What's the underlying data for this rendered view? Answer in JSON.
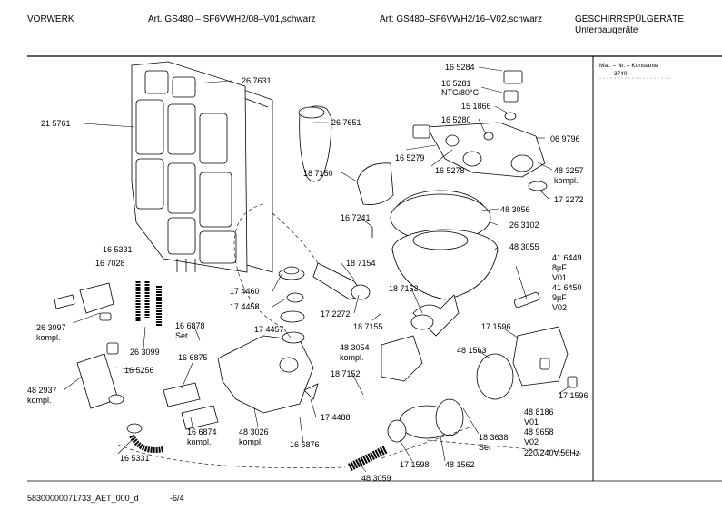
{
  "header": {
    "brand": "VORWERK",
    "article_1": "Art. GS480 – SF6VWH2/08–V01,schwarz",
    "article_2": "Art: GS480–SF6VWH2/16–V02,schwarz",
    "category_1": "GESCHIRRSPÜLGERÄTE",
    "category_2": "Unterbaugeräte"
  },
  "side_panel": {
    "title": "Mat. – Nr. – Konstante",
    "value": "3740"
  },
  "footer": {
    "doc_id": "58300000071733_AET_000_d",
    "page": "-6/4"
  },
  "parts": {
    "p267631": "26 7631",
    "p215761": "21 5761",
    "p267651": "26 7651",
    "p165284": "16 5284",
    "p165281": "16 5281",
    "ntc": "NTC/80°C",
    "p151866": "15 1866",
    "p165280": "16 5280",
    "p069796": "06 9796",
    "p165279": "16 5279",
    "p165278": "16 5278",
    "p483257": "48 3257",
    "kompl_483257": "kompl.",
    "p187150": "18 7150",
    "p172272a": "17 2272",
    "p483056": "48 3056",
    "p167241": "16 7241",
    "p263102": "26 3102",
    "p483055": "48 3055",
    "p165331a": "16 5331",
    "p167028": "16 7028",
    "p187154": "18 7154",
    "p416449": "41 6449",
    "v8uf": "8µF",
    "v01a": "V01",
    "p416450": "41 6450",
    "v9uf": "9µF",
    "v02a": "V02",
    "p174460": "17 4460",
    "p174458": "17 4458",
    "p187153": "18 7153",
    "p172272b": "17 2272",
    "p187155": "18 7155",
    "p263097": "26 3097",
    "kompl_263097": "kompl.",
    "p166878": "16 6878",
    "set_166878": "Set",
    "p174457": "17 4457",
    "p171596a": "17 1596",
    "p263099": "26 3099",
    "p483054": "48 3054",
    "kompl_483054": "kompl.",
    "p481563": "48 1563",
    "p166875": "16 6875",
    "p165256": "16 5256",
    "p482937": "48 2937",
    "kompl_482937": "kompl.",
    "p187152": "18 7152",
    "p171596b": "17 1596",
    "p174488": "17 4488",
    "p166874": "16 6874",
    "kompl_166874": "kompl.",
    "p483026": "48 3026",
    "kompl_483026": "kompl.",
    "p166876": "16 6876",
    "p183638": "18 3638",
    "set_183638": "Set",
    "p488186": "48 8186",
    "v01b": "V01",
    "p489658": "48 9658",
    "v02b": "V02",
    "power": "220/240V,50Hz",
    "p165331b": "16 5331",
    "p171598": "17 1598",
    "p481562": "48 1562",
    "p483059": "48 3059"
  }
}
